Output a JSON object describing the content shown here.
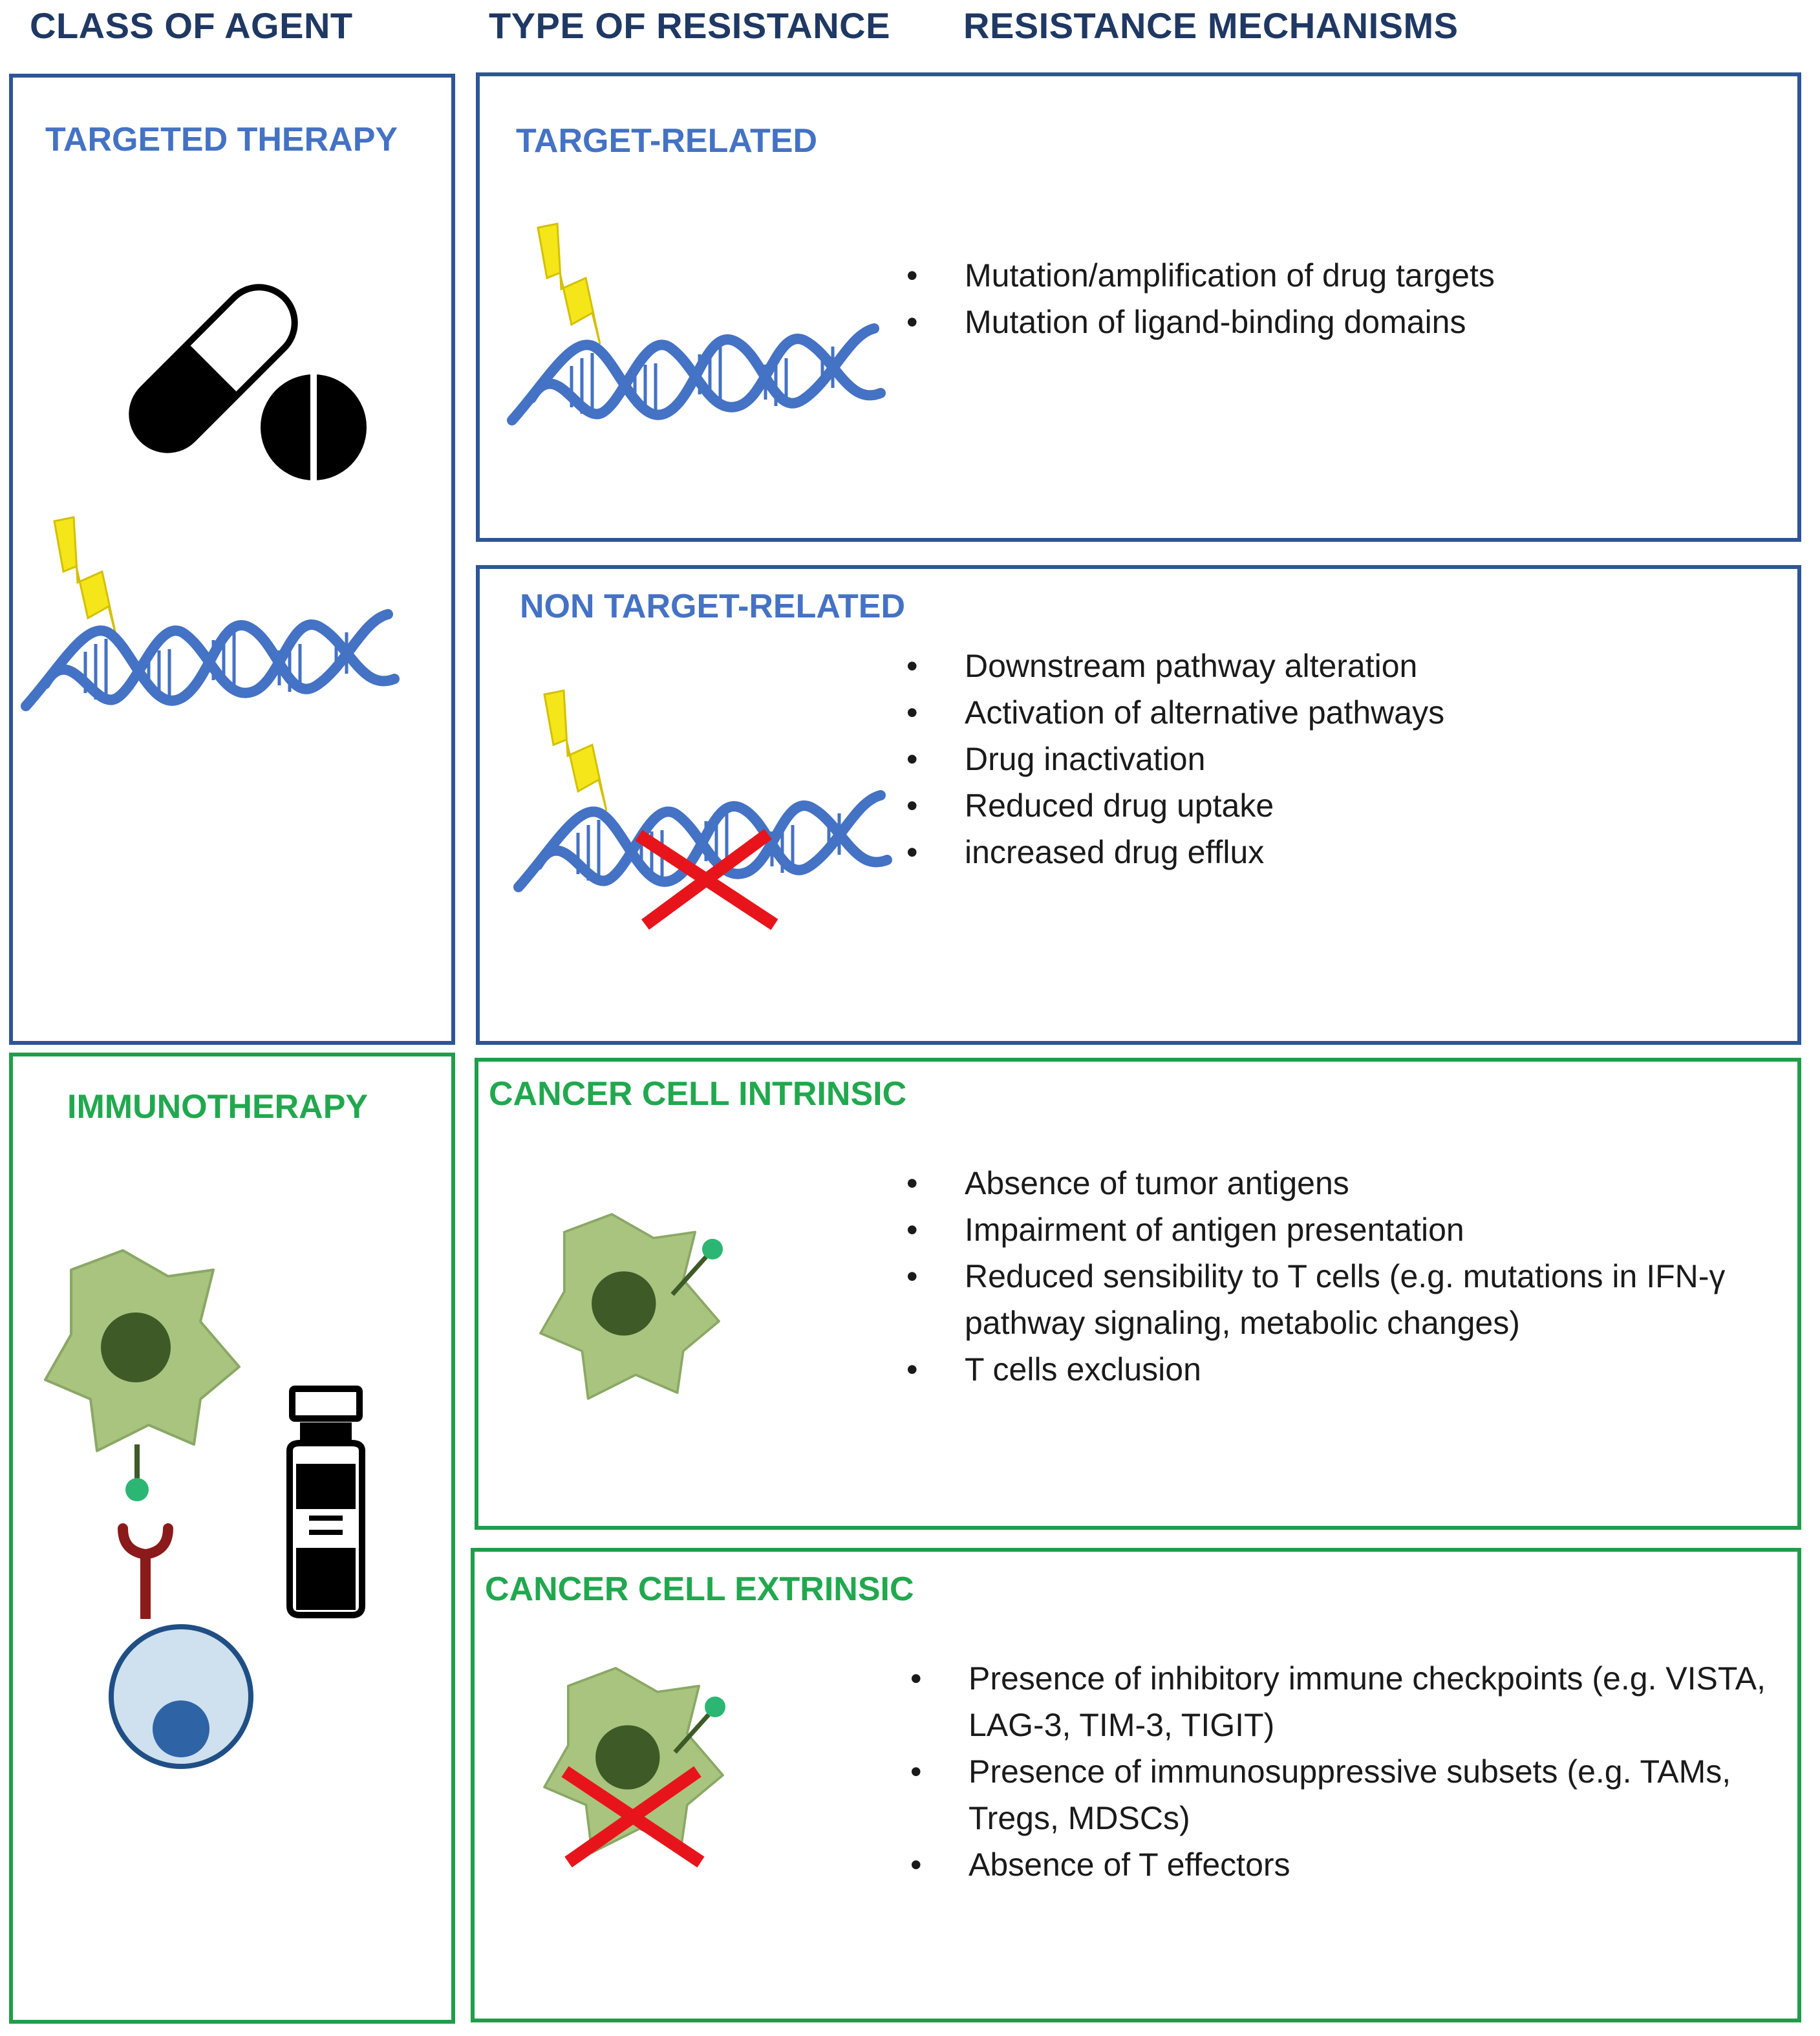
{
  "headers": {
    "class_of_agent": "CLASS OF AGENT",
    "type_of_resistance": "TYPE OF RESISTANCE",
    "resistance_mechanisms": "RESISTANCE MECHANISMS"
  },
  "agents": {
    "targeted": {
      "title": "TARGETED THERAPY",
      "icons": [
        "pill-capsule-icon",
        "pill-tablet-icon",
        "lightning-icon",
        "dna-helix-icon"
      ]
    },
    "immuno": {
      "title": "IMMUNOTHERAPY",
      "icons": [
        "cancer-cell-icon",
        "t-cell-icon",
        "receptor-icon",
        "vial-icon"
      ]
    }
  },
  "resistance_types": {
    "target_related": {
      "title": "TARGET-RELATED",
      "mechanisms": [
        "Mutation/amplification of drug targets",
        "Mutation of ligand-binding domains"
      ]
    },
    "non_target_related": {
      "title": "NON TARGET-RELATED",
      "mechanisms": [
        "Downstream pathway alteration",
        "Activation of alternative pathways",
        "Drug inactivation",
        "Reduced drug uptake",
        "increased drug efflux"
      ]
    },
    "intrinsic": {
      "title": "CANCER CELL INTRINSIC",
      "mechanisms": [
        "Absence of tumor antigens",
        "Impairment of antigen presentation",
        "Reduced sensibility to T cells (e.g. mutations in IFN-γ pathway signaling, metabolic changes)",
        "T cells exclusion"
      ]
    },
    "extrinsic": {
      "title": "CANCER CELL EXTRINSIC",
      "mechanisms": [
        "Presence of inhibitory immune checkpoints (e.g. VISTA, LAG-3, TIM-3, TIGIT)",
        "Presence of immunosuppressive subsets (e.g. TAMs, Tregs, MDSCs)",
        "Absence of T effectors"
      ]
    }
  },
  "colors": {
    "targeted_border": "#2e5597",
    "immuno_border": "#1f9e4a",
    "dna": "#4472c4",
    "lightning": "#f5e61a",
    "cell": "#a9c47f",
    "nucleus": "#3d5a27",
    "cross": "#e8141b"
  }
}
